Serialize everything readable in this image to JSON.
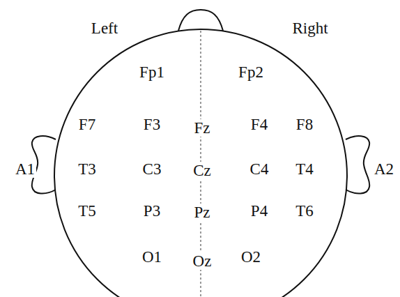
{
  "diagram": {
    "labels": [
      "Left",
      "Right",
      "Fp1",
      "Fp2",
      "F7",
      "F3",
      "Fz",
      "F4",
      "F8",
      "A1",
      "T3",
      "C3",
      "Cz",
      "C4",
      "T4",
      "A2",
      "T5",
      "P3",
      "Pz",
      "P4",
      "T6",
      "O1",
      "Oz",
      "O2"
    ]
  }
}
